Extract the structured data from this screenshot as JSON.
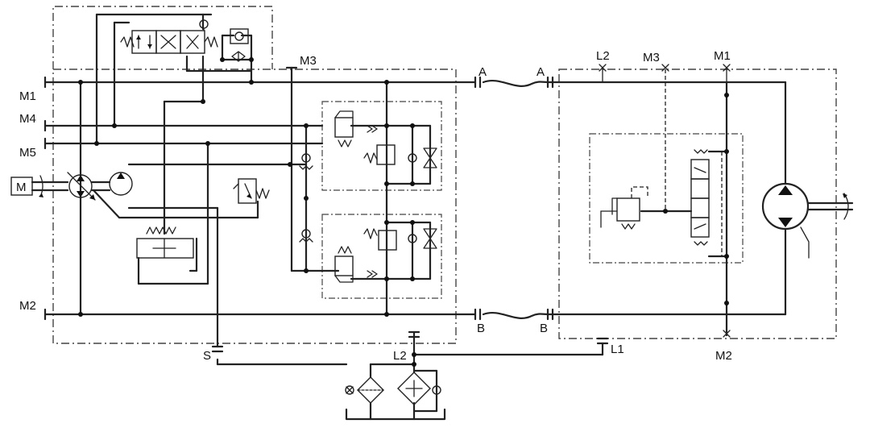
{
  "ports": {
    "m1_left": "M1",
    "m4_left": "M4",
    "m5_left": "M5",
    "m2_left": "M2",
    "m3_top": "M3",
    "a_pump": "A",
    "a_motor": "A",
    "b_pump": "B",
    "b_motor": "B",
    "s": "S",
    "l2_bottom": "L2",
    "l2_motor": "L2",
    "m3_motor": "M3",
    "m1_motor": "M1",
    "l1_motor": "L1",
    "m2_motor": "M2"
  },
  "symbols": {
    "motor": "M"
  }
}
